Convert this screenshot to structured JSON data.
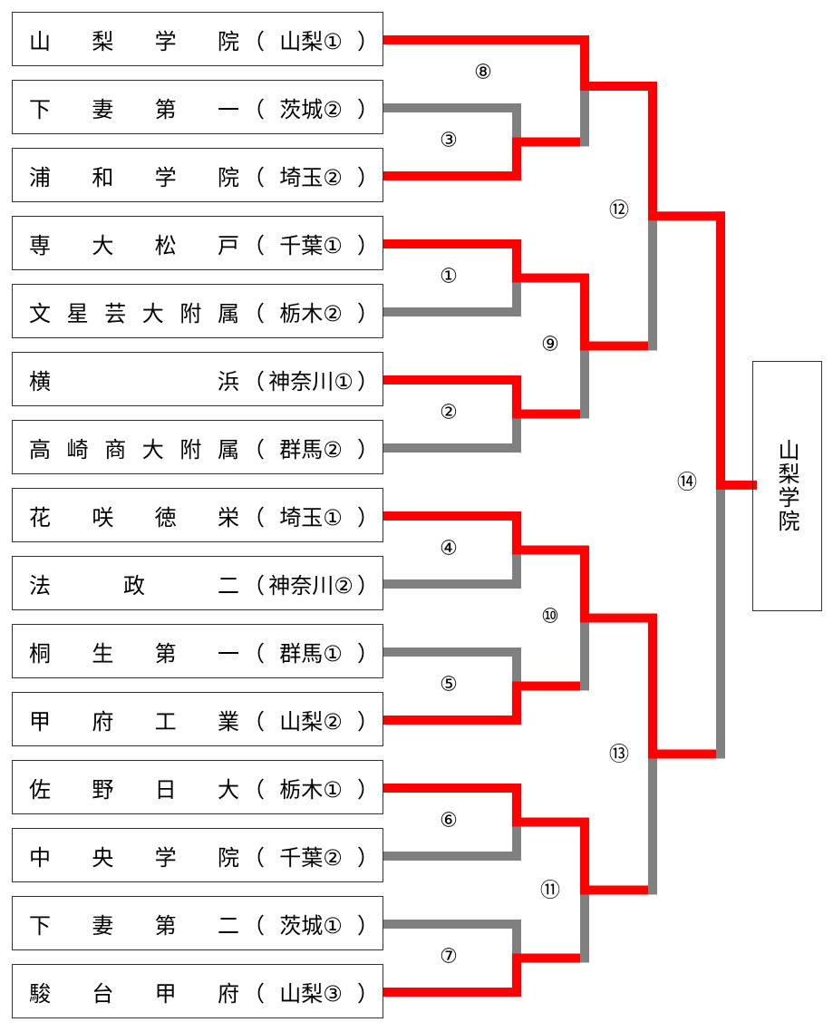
{
  "labels": {
    "open_paren": "（",
    "close_paren": "）"
  },
  "teams": [
    {
      "name": "山梨学院",
      "pref": "山梨①"
    },
    {
      "name": "下妻第一",
      "pref": "茨城②"
    },
    {
      "name": "浦和学院",
      "pref": "埼玉②"
    },
    {
      "name": "専大松戸",
      "pref": "千葉①"
    },
    {
      "name": "文星芸大附属",
      "pref": "栃木②"
    },
    {
      "name": "横浜",
      "pref": "神奈川①"
    },
    {
      "name": "高崎商大附属",
      "pref": "群馬②"
    },
    {
      "name": "花咲徳栄",
      "pref": "埼玉①"
    },
    {
      "name": "法政二",
      "pref": "神奈川②"
    },
    {
      "name": "桐生第一",
      "pref": "群馬①"
    },
    {
      "name": "甲府工業",
      "pref": "山梨②"
    },
    {
      "name": "佐野日大",
      "pref": "栃木①"
    },
    {
      "name": "中央学院",
      "pref": "千葉②"
    },
    {
      "name": "下妻第二",
      "pref": "茨城①"
    },
    {
      "name": "駿台甲府",
      "pref": "山梨③"
    }
  ],
  "matches": [
    "⑧",
    "③",
    "⑫",
    "①",
    "⑨",
    "②",
    "⑭",
    "④",
    "⑩",
    "⑤",
    "⑬",
    "⑥",
    "⑪",
    "⑦"
  ],
  "champion": "山梨学院",
  "colors": {
    "winner": "#ff0000",
    "loser": "#808080"
  }
}
